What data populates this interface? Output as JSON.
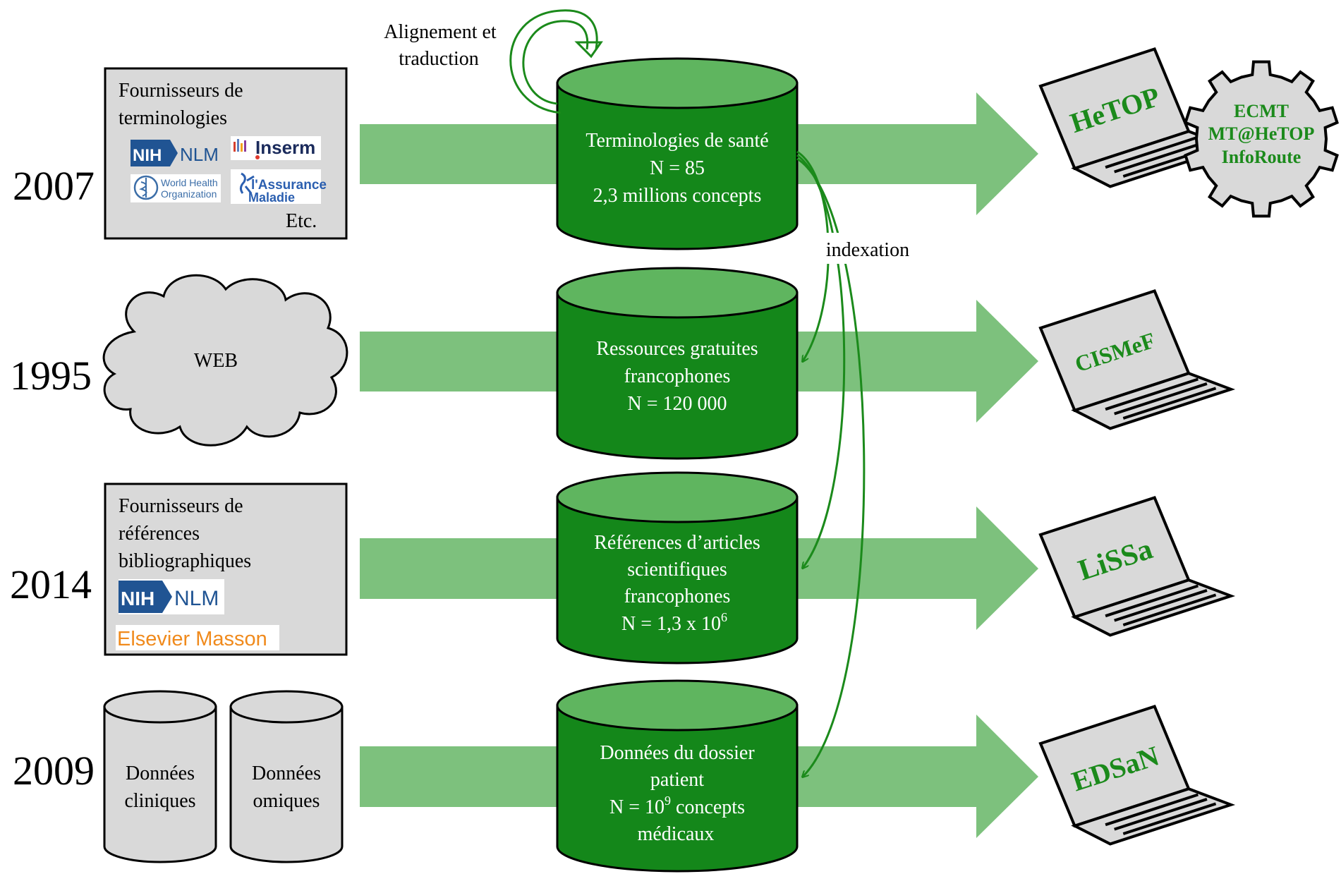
{
  "annotations": {
    "alignment_line1": "Alignement et",
    "alignment_line2": "traduction",
    "indexation": "indexation"
  },
  "rows": [
    {
      "year": "2007",
      "source": {
        "kind": "provider-box",
        "lines": [
          "Fournisseurs de",
          "terminologies"
        ],
        "logos": [
          "NIH",
          "NLM",
          "Inserm",
          "World Health",
          "Organization",
          "l'Assurance",
          "Maladie"
        ],
        "footer": "Etc."
      },
      "database": {
        "lines": [
          "Terminologies de santé",
          "N = 85",
          "2,3 millions concepts"
        ]
      },
      "tool": "HeTOP",
      "gear": [
        "ECMT",
        "MT@HeTOP",
        "InfoRoute"
      ]
    },
    {
      "year": "1995",
      "source": {
        "kind": "cloud",
        "label": "WEB"
      },
      "database": {
        "lines": [
          "Ressources gratuites",
          "francophones",
          "N = 120 000"
        ]
      },
      "tool": "CISMeF"
    },
    {
      "year": "2014",
      "source": {
        "kind": "provider-box",
        "lines": [
          "Fournisseurs de",
          "références",
          "bibliographiques"
        ],
        "logos": [
          "NIH",
          "NLM"
        ],
        "publisher": "Elsevier Masson"
      },
      "database": {
        "lines": [
          "Références d’articles",
          "scientifiques",
          "francophones"
        ],
        "count_prefix": "N = 1,3 x 10",
        "count_exp": "6"
      },
      "tool": "LiSSa"
    },
    {
      "year": "2009",
      "source": {
        "kind": "data-cylinders",
        "clinical": [
          "Données",
          "cliniques"
        ],
        "omics": [
          "Données",
          "omiques"
        ]
      },
      "database": {
        "lines": [
          "Données du dossier",
          "patient"
        ],
        "count_prefix": "N = 10",
        "count_exp": "9",
        "count_suffix": " concepts",
        "tail": "médicaux"
      },
      "tool": "EDSaN"
    }
  ],
  "colors": {
    "db_body": "#14871a",
    "db_top": "#5fb55f",
    "flow_arrow": "#7dc17d",
    "accent_text": "#1b8a1b",
    "box_fill": "#d9d9d9",
    "orange": "#f08a1c",
    "nih_blue": "#205493"
  }
}
